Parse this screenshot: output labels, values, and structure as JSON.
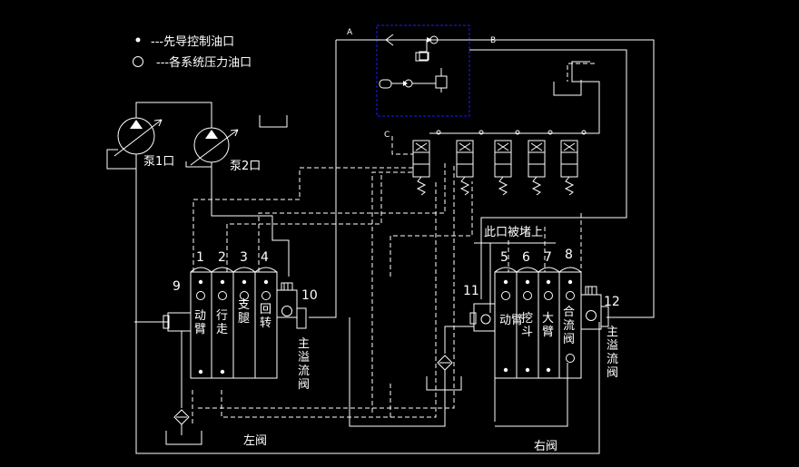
{
  "legend": {
    "pilot_port": "---先导控制油口",
    "system_port": "---各系统压力油口"
  },
  "pumps": {
    "pump1": "泵1口",
    "pump2": "泵2口"
  },
  "points": {
    "a": "A",
    "b": "B",
    "c": "C"
  },
  "left_valve": {
    "title": "左阀",
    "numbers": [
      "1",
      "2",
      "3",
      "4"
    ],
    "sections": [
      [
        "动",
        "臂"
      ],
      [
        "行",
        "走"
      ],
      [
        "支",
        "腿"
      ],
      [
        "回",
        "转"
      ]
    ],
    "inlet_no": "9",
    "relief_no": "10",
    "relief_label": [
      "主",
      "溢",
      "流",
      "阀"
    ]
  },
  "right_valve": {
    "title": "右阀",
    "numbers": [
      "5",
      "6",
      "7",
      "8"
    ],
    "sections": [
      [
        "动",
        "臂"
      ],
      [
        "挖",
        "斗"
      ],
      [
        "大",
        "臂"
      ],
      [
        "合",
        "流",
        "阀"
      ]
    ],
    "inlet_no": "11",
    "relief_no": "12",
    "relief_label": [
      "主",
      "溢",
      "流",
      "阀"
    ],
    "blocked_note": "此口被堵上"
  },
  "colors": {
    "background": "#000000",
    "line": "#ffffff",
    "pilot_box": "#1a1aff"
  }
}
